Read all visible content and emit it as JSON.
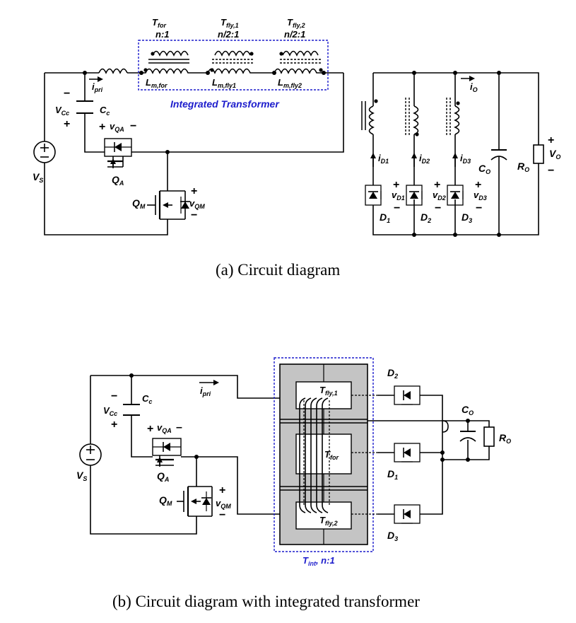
{
  "figure_a": {
    "caption": "(a)  Circuit  diagram",
    "transformers": [
      {
        "name": "T",
        "sub": "for",
        "ratio": "n:1",
        "mag": "L",
        "mag_sub": "m,for"
      },
      {
        "name": "T",
        "sub": "fly,1",
        "ratio": "n/2:1",
        "mag": "L",
        "mag_sub": "m,fly1"
      },
      {
        "name": "T",
        "sub": "fly,2",
        "ratio": "n/2:1",
        "mag": "L",
        "mag_sub": "m,fly2"
      }
    ],
    "box_label": "Integrated Transformer",
    "labels": {
      "ipri": "i",
      "ipri_sub": "pri",
      "vcc": "V",
      "vcc_sub": "Cc",
      "cc": "C",
      "cc_sub": "c",
      "vqa": "v",
      "vqa_sub": "QA",
      "vs": "V",
      "vs_sub": "S",
      "qa": "Q",
      "qa_sub": "A",
      "qm": "Q",
      "qm_sub": "M",
      "vqm": "v",
      "vqm_sub": "QM",
      "io": "i",
      "io_sub": "O",
      "id1": "i",
      "id1_sub": "D1",
      "id2": "i",
      "id2_sub": "D2",
      "id3": "i",
      "id3_sub": "D3",
      "vd1": "v",
      "vd1_sub": "D1",
      "vd2": "v",
      "vd2_sub": "D2",
      "vd3": "v",
      "vd3_sub": "D3",
      "d1": "D",
      "d1_sub": "1",
      "d2": "D",
      "d2_sub": "2",
      "d3": "D",
      "d3_sub": "3",
      "co": "C",
      "co_sub": "O",
      "ro": "R",
      "ro_sub": "O",
      "vo": "V",
      "vo_sub": "O"
    }
  },
  "figure_b": {
    "caption": "(b)  Circuit  diagram  with  integrated  transformer",
    "labels": {
      "ipri": "i",
      "ipri_sub": "pri",
      "vcc": "V",
      "vcc_sub": "Cc",
      "cc": "C",
      "cc_sub": "c",
      "vqa": "v",
      "vqa_sub": "QA",
      "vs": "V",
      "vs_sub": "S",
      "qa": "Q",
      "qa_sub": "A",
      "qm": "Q",
      "qm_sub": "M",
      "vqm": "v",
      "vqm_sub": "QM",
      "tfly1": "T",
      "tfly1_sub": "fly,1",
      "tfor": "T",
      "tfor_sub": "for",
      "tfly2": "T",
      "tfly2_sub": "fly,2",
      "tint": "T",
      "tint_sub": "int",
      "tint_ratio": ", n:1",
      "d1": "D",
      "d1_sub": "1",
      "d2": "D",
      "d2_sub": "2",
      "d3": "D",
      "d3_sub": "3",
      "co": "C",
      "co_sub": "O",
      "ro": "R",
      "ro_sub": "O"
    }
  },
  "signs": {
    "plus": "+",
    "minus": "−",
    "minus_short": "–"
  }
}
